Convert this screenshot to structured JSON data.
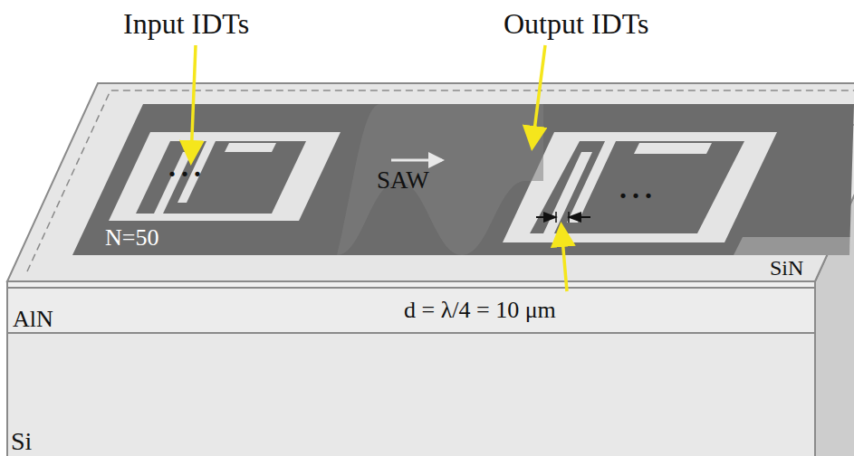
{
  "diagram": {
    "labels": [
      "Input IDTs",
      "Output IDTs",
      "SAW",
      "N=50",
      "SiN",
      "AlN",
      "Si",
      "d = λ/4 = 10 μm",
      "...",
      "..."
    ]
  }
}
